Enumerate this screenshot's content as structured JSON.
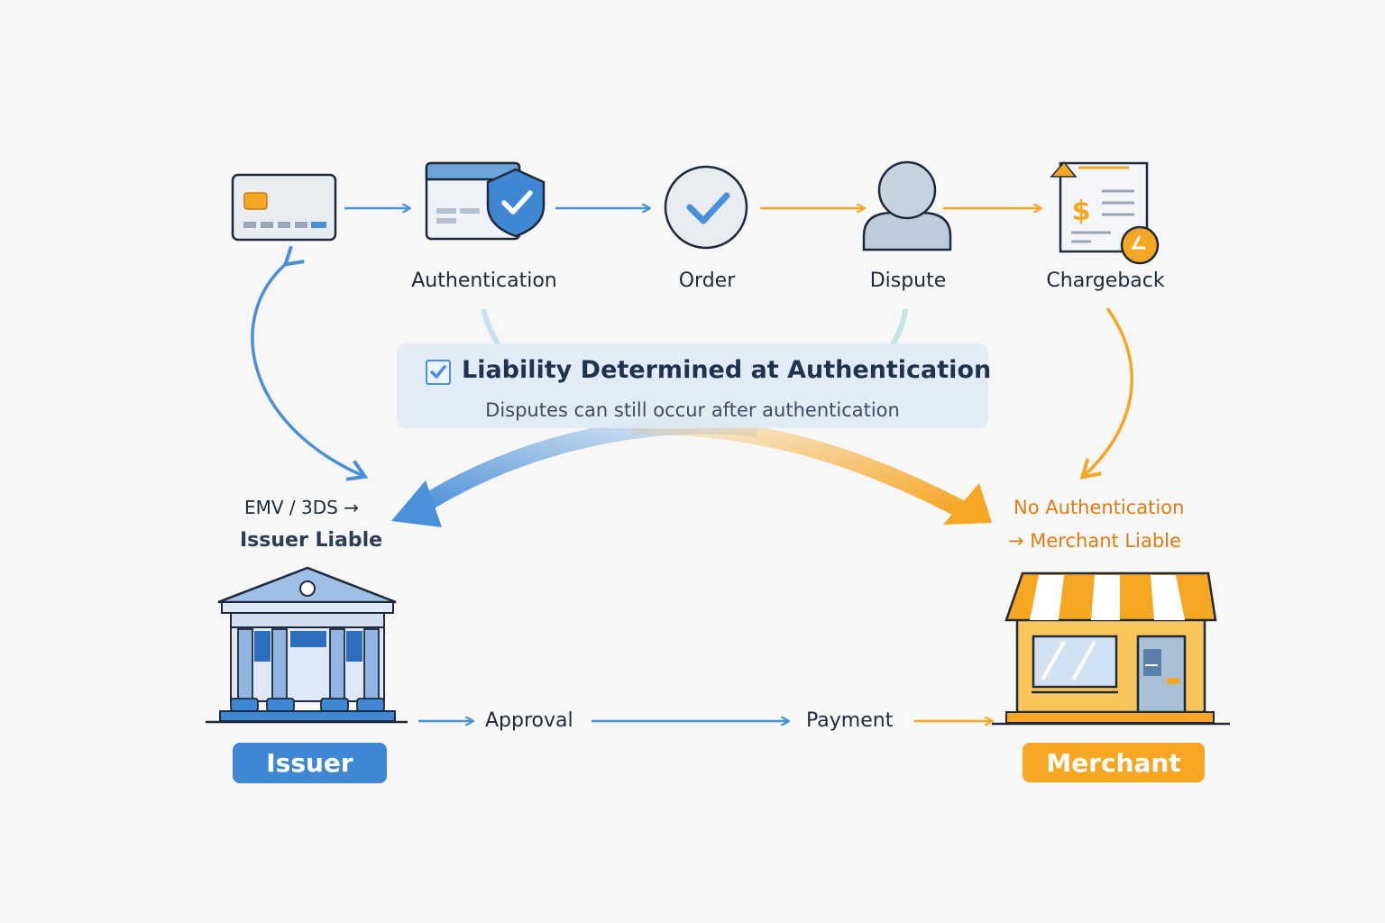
{
  "steps": [
    {
      "label": ""
    },
    {
      "label": "Authentication"
    },
    {
      "label": "Order"
    },
    {
      "label": "Dispute"
    },
    {
      "label": "Chargeback"
    }
  ],
  "callout": {
    "title": "Liability Determined at Authentication",
    "subtitle": "Disputes can still occur after authentication"
  },
  "left_rule": {
    "line1": "EMV / 3DS →",
    "line2": "Issuer Liable"
  },
  "right_rule": {
    "line1": "No Authentication",
    "line2": "→ Merchant Liable"
  },
  "bottom_flow": {
    "approval": "Approval",
    "payment": "Payment"
  },
  "issuer": {
    "label": "Issuer"
  },
  "merchant": {
    "label": "Merchant"
  },
  "chargeback_icon": {
    "symbol": "$"
  },
  "colors": {
    "blue": "#4a90d9",
    "orange": "#f5a623",
    "dark": "#1e2a3a"
  }
}
